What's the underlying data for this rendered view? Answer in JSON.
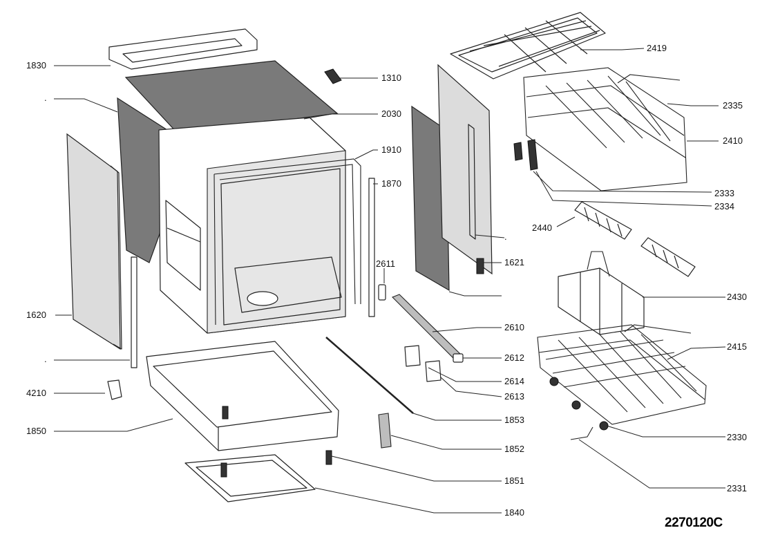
{
  "drawing_number": "2270120C",
  "parts": [
    {
      "id": "p1830",
      "label": "1830"
    },
    {
      "id": "pdot1",
      "label": "."
    },
    {
      "id": "p1620",
      "label": "1620"
    },
    {
      "id": "pdot2",
      "label": "."
    },
    {
      "id": "p4210",
      "label": "4210"
    },
    {
      "id": "p1850",
      "label": "1850"
    },
    {
      "id": "p1310",
      "label": "1310"
    },
    {
      "id": "p2030",
      "label": "2030"
    },
    {
      "id": "p1910",
      "label": "1910"
    },
    {
      "id": "p1870",
      "label": "1870"
    },
    {
      "id": "p2611",
      "label": "2611"
    },
    {
      "id": "p2610",
      "label": "2610"
    },
    {
      "id": "p2612",
      "label": "2612"
    },
    {
      "id": "p2614",
      "label": "2614"
    },
    {
      "id": "p2613",
      "label": "2613"
    },
    {
      "id": "p1853",
      "label": "1853"
    },
    {
      "id": "p1852",
      "label": "1852"
    },
    {
      "id": "p1851",
      "label": "1851"
    },
    {
      "id": "p1840",
      "label": "1840"
    },
    {
      "id": "pdot3",
      "label": "."
    },
    {
      "id": "p1621",
      "label": "1621"
    },
    {
      "id": "p2419",
      "label": "2419"
    },
    {
      "id": "p2335",
      "label": "2335"
    },
    {
      "id": "p2410",
      "label": "2410"
    },
    {
      "id": "p2333",
      "label": "2333"
    },
    {
      "id": "p2334",
      "label": "2334"
    },
    {
      "id": "p2440",
      "label": "2440"
    },
    {
      "id": "p2430",
      "label": "2430"
    },
    {
      "id": "p2415",
      "label": "2415"
    },
    {
      "id": "p2330",
      "label": "2330"
    },
    {
      "id": "p2331",
      "label": "2331"
    }
  ]
}
